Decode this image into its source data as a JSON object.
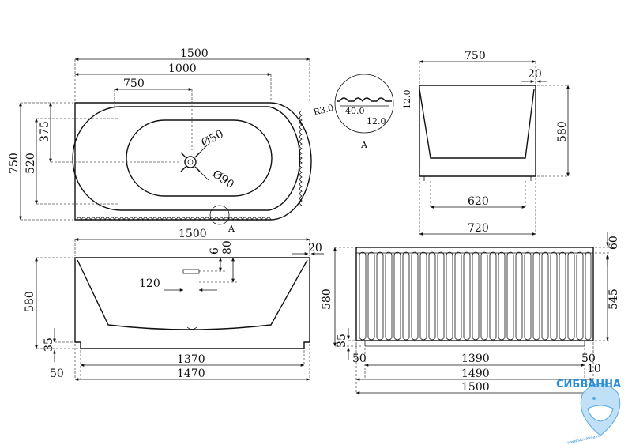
{
  "top_view": {
    "dims": [
      "1500",
      "1000",
      "750",
      "375",
      "520",
      "750",
      "Ø50",
      "Ø90",
      "A"
    ]
  },
  "detail_a": {
    "dims": [
      "R3.0",
      "40.0",
      "12.0",
      "12.0"
    ],
    "label": "A"
  },
  "end_view": {
    "dims": [
      "750",
      "20",
      "580",
      "620",
      "720"
    ]
  },
  "front_view": {
    "dims": [
      "1500",
      "20",
      "6",
      "80",
      "120",
      "580",
      "35",
      "1370",
      "1470",
      "50"
    ]
  },
  "side_view": {
    "dims": [
      "60",
      "545",
      "580",
      "35",
      "50",
      "1390",
      "50",
      "1490",
      "10",
      "1500"
    ]
  },
  "logo": {
    "brand": "СИБВАННА",
    "url": "www.sibvanna.ru",
    "brand_color": "#2a8fd8"
  }
}
